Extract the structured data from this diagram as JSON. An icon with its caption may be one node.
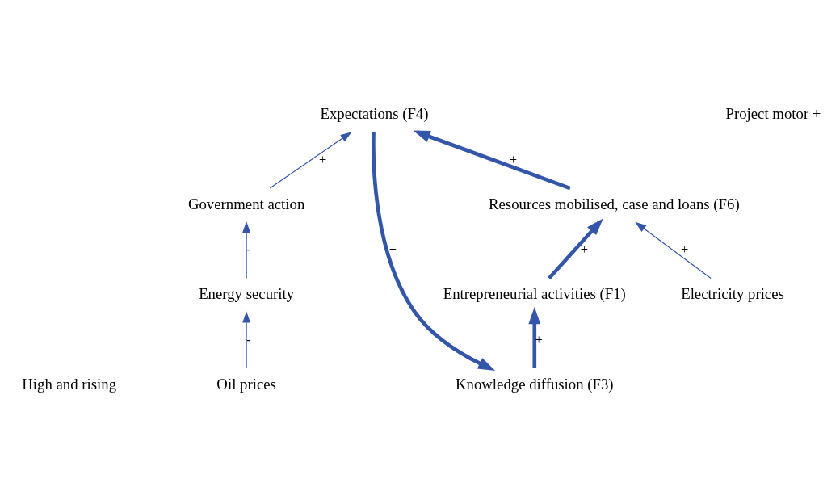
{
  "diagram": {
    "nodes": [
      {
        "text": [
          "Knowledge diffusion (F3)"
        ]
      },
      {
        "text": [
          "Entrepreneurial activities (F1)"
        ]
      },
      {
        "text": [
          "Resources mobilised, case and loans (F6)"
        ]
      },
      {
        "text": [
          "Expectations (F4)"
        ]
      },
      {
        "text": [
          "Government action"
        ]
      },
      {
        "text": [
          "Energy security"
        ]
      },
      {
        "text": [
          "Oil prices"
        ]
      },
      {
        "text": [
          "Electricity prices"
        ]
      }
    ],
    "edges": [
      {
        "from": 3,
        "to": 0,
        "arrow": "to",
        "label": "+",
        "style": "thick"
      },
      {
        "from": 0,
        "to": 1,
        "arrow": "to",
        "label": "+",
        "style": "thick"
      },
      {
        "from": 1,
        "to": 2,
        "arrow": "to",
        "label": "+",
        "style": "thick"
      },
      {
        "from": 2,
        "to": 3,
        "arrow": "to",
        "label": "+",
        "style": "thick"
      },
      {
        "from": 4,
        "to": 3,
        "arrow": "to",
        "label": "+"
      },
      {
        "from": 5,
        "to": 4,
        "arrow": "to",
        "label": "-"
      },
      {
        "from": 6,
        "to": 5,
        "arrow": "to",
        "label": "-"
      },
      {
        "from": 7,
        "to": 2,
        "arrow": "to",
        "label": "+"
      }
    ],
    "labels": [
      "Project motor +",
      "High and rising"
    ]
  }
}
